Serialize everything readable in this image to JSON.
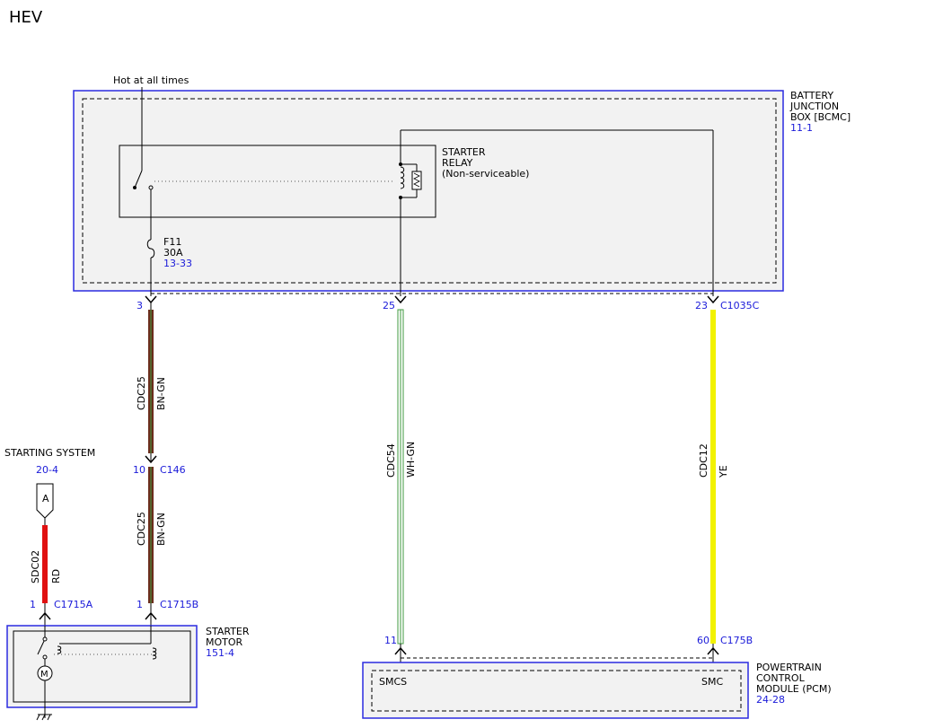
{
  "page": {
    "title": "HEV"
  },
  "battery_junction_box": {
    "name_line1": "BATTERY",
    "name_line2": "JUNCTION",
    "name_line3": "BOX [BCMC]",
    "ref": "11-1",
    "supply_label": "Hot at all times",
    "relay": {
      "line1": "STARTER",
      "line2": "RELAY",
      "line3": "(Non-serviceable)"
    },
    "fuse": {
      "id": "F11",
      "rating": "30A",
      "ref": "13-33"
    },
    "connector": "C1035C",
    "pins": {
      "fuse_out": "3",
      "coil_a": "25",
      "coil_b": "23"
    }
  },
  "wires": {
    "cdc25_upper": {
      "circuit": "CDC25",
      "color": "BN-GN"
    },
    "cdc25_lower": {
      "circuit": "CDC25",
      "color": "BN-GN"
    },
    "cdc54": {
      "circuit": "CDC54",
      "color": "WH-GN"
    },
    "cdc12": {
      "circuit": "CDC12",
      "color": "YE"
    },
    "sdc02": {
      "circuit": "SDC02",
      "color": "RD"
    }
  },
  "inline_connector": {
    "name": "C146",
    "pin": "10"
  },
  "starting_system": {
    "label": "STARTING SYSTEM",
    "ref": "20-4",
    "connector_letter": "A"
  },
  "starter_motor": {
    "name_line1": "STARTER",
    "name_line2": "MOTOR",
    "ref": "151-4",
    "conn_a": {
      "name": "C1715A",
      "pin": "1"
    },
    "conn_b": {
      "name": "C1715B",
      "pin": "1"
    }
  },
  "pcm": {
    "name_line1": "POWERTRAIN",
    "name_line2": "CONTROL",
    "name_line3": "MODULE (PCM)",
    "ref": "24-28",
    "connector": "C175B",
    "pin_smcs": "11",
    "pin_smc": "60",
    "label_smcs": "SMCS",
    "label_smc": "SMC"
  },
  "colors": {
    "brown_green": "#6b2d1c",
    "white_green": "#3f9a3f",
    "yellow": "#f2f200",
    "red": "#e01010",
    "box_blue": "#2b2be0"
  }
}
